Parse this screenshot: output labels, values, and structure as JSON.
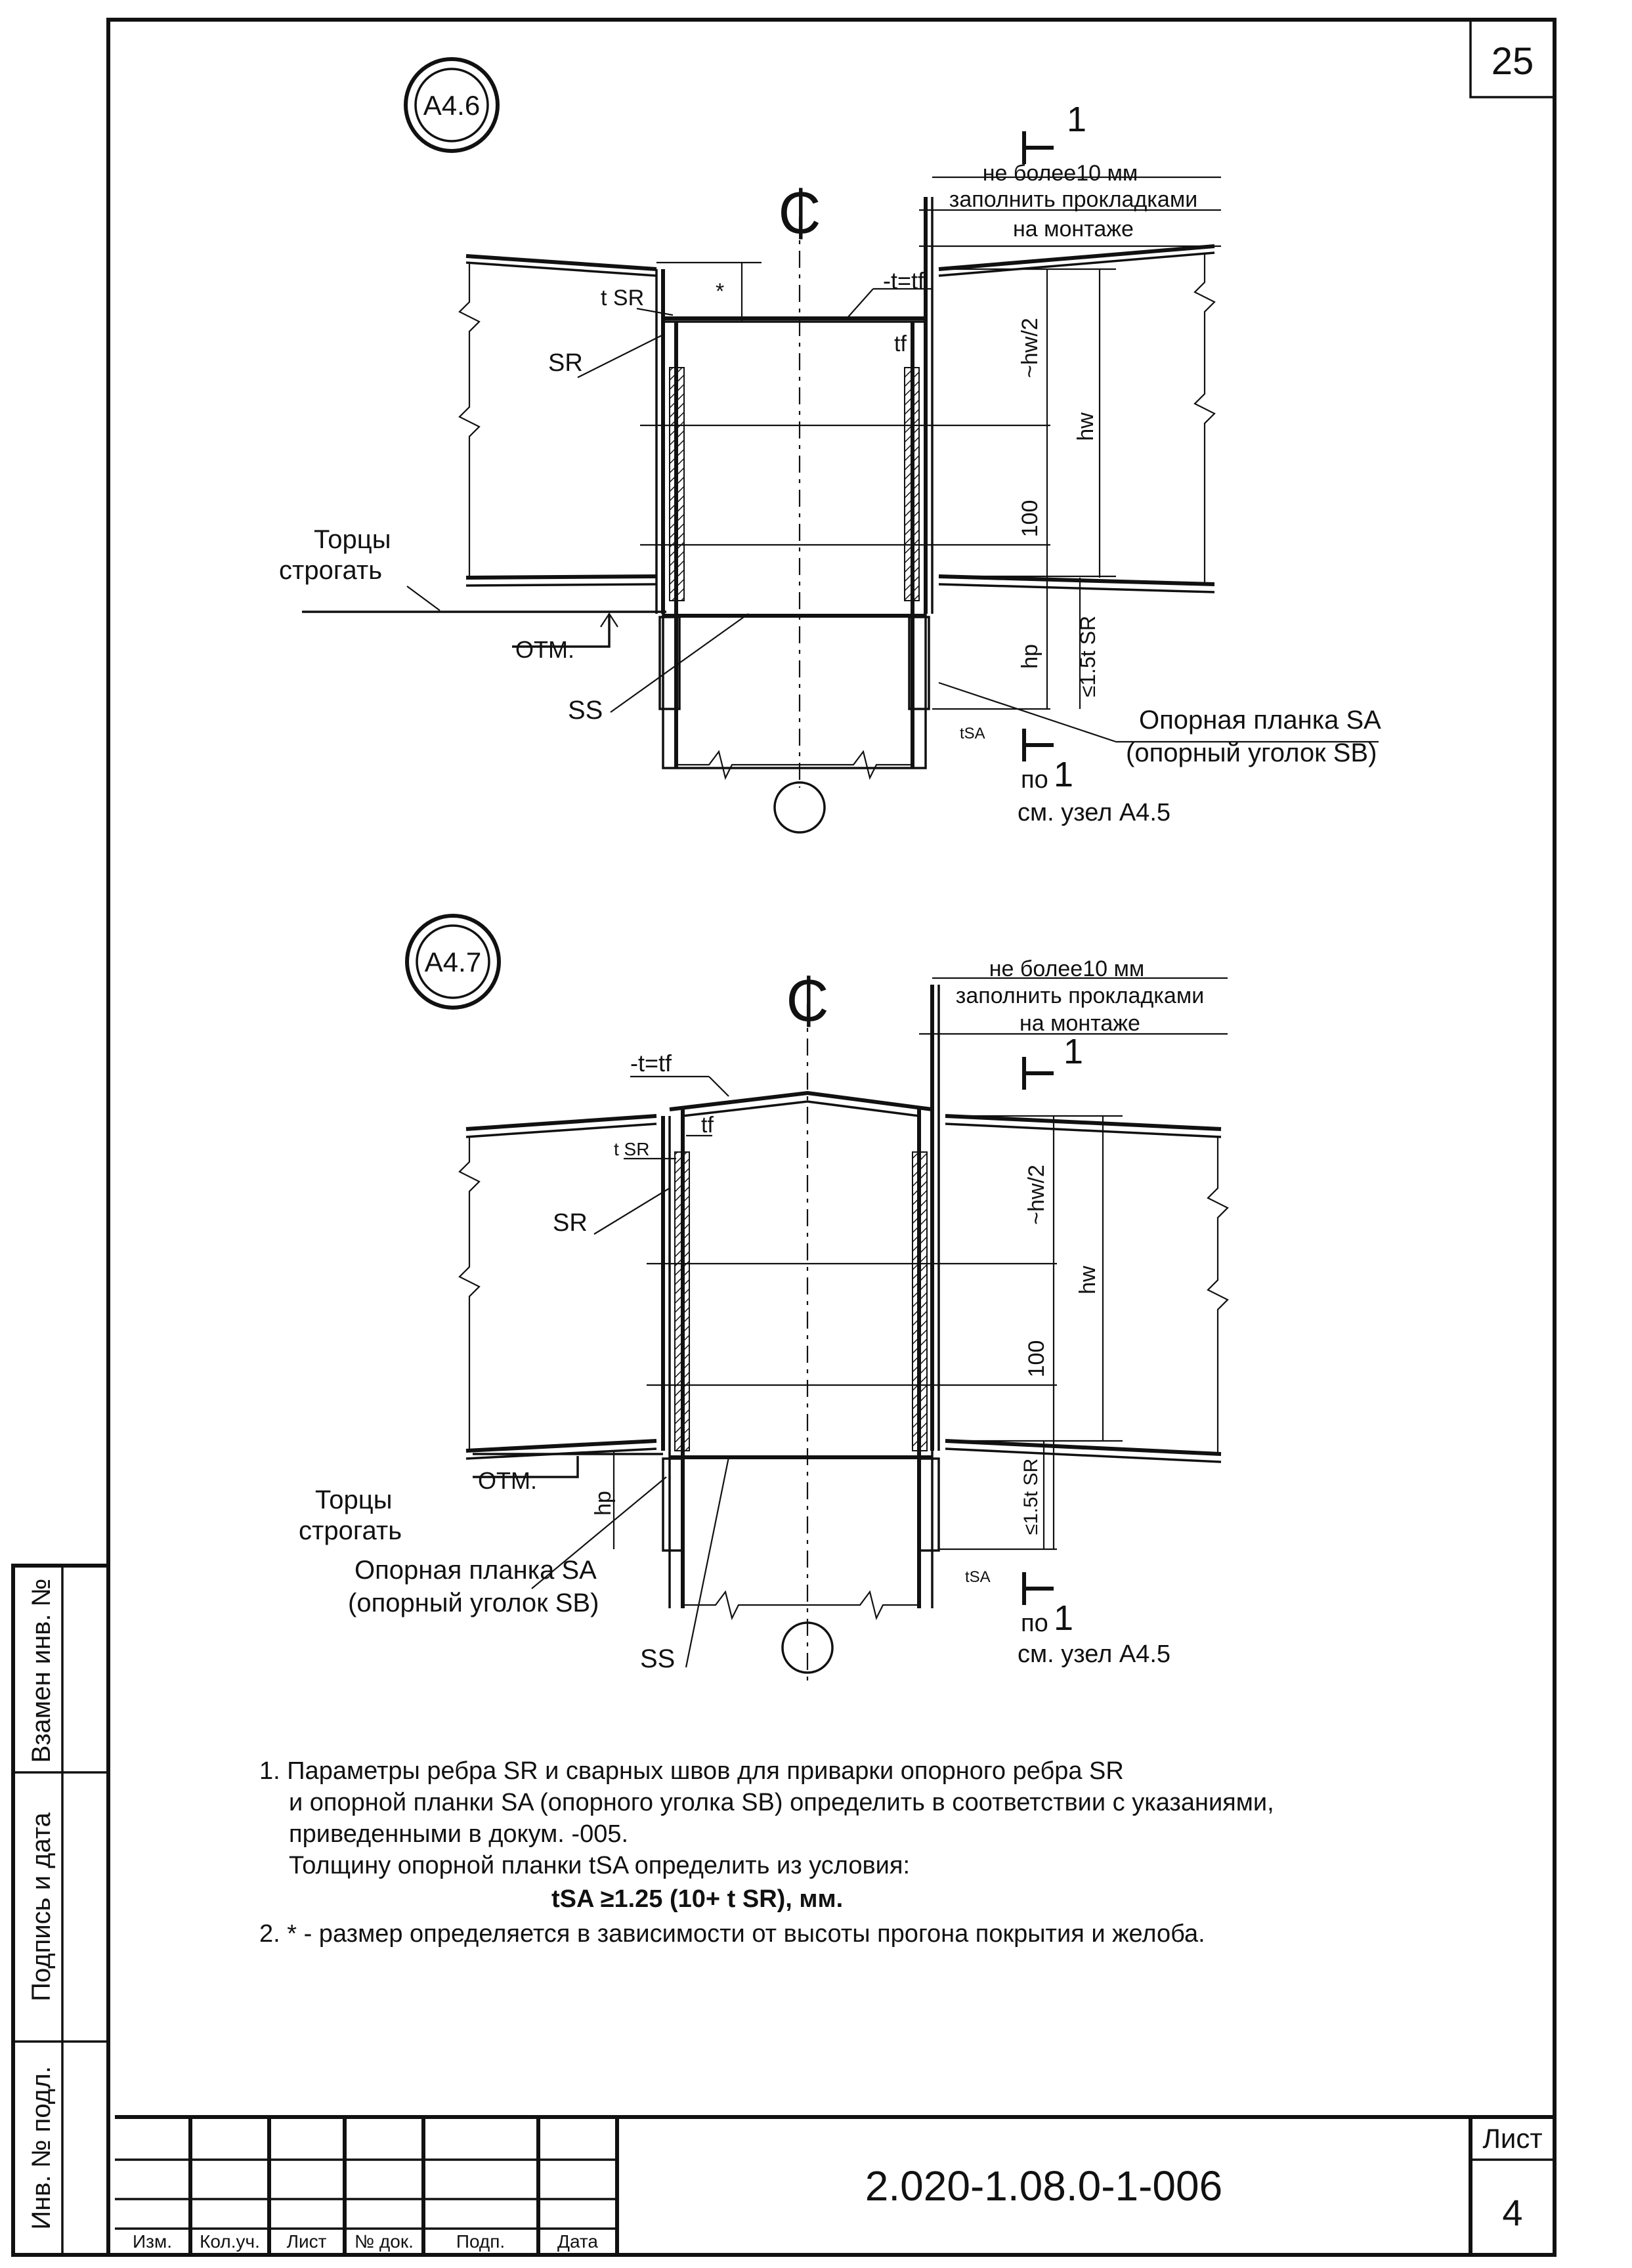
{
  "sheet": {
    "corner_number": "25",
    "list_label": "Лист",
    "list_number": "4",
    "doc_code": "2.020-1.08.0-1-006"
  },
  "side_stamp": {
    "inv_replaced": "Взамен инв. №",
    "sign_date": "Подпись и дата",
    "inv_orig": "Инв. № подл."
  },
  "title_block": {
    "cols": [
      "Изм.",
      "Кол.уч.",
      "Лист",
      "№ док.",
      "Подп.",
      "Дата"
    ]
  },
  "detail_a46": {
    "id": "А4.6",
    "section_mark": "1",
    "section_mark_bottom": "1",
    "gap_note": "не более10 мм",
    "fill_note_1": "заполнить прокладками",
    "fill_note_2": "на монтаже",
    "t_eq_tf": "-t=tf",
    "tf": "tf",
    "tsr": "t SR",
    "star": "*",
    "sr": "SR",
    "ends_1": "Торцы",
    "ends_2": "строгать",
    "otm": "ОТМ.",
    "ss": "SS",
    "hw_half": "~hw/2",
    "hw": "hw",
    "dim_100": "100",
    "hp": "hp",
    "le_15tsr": "≤1.5t SR",
    "tsa": "tSA",
    "plate_1": "Опорная планка SA",
    "plate_2": "(опорный уголок SB)",
    "po": "по",
    "ref": "см. узел А4.5"
  },
  "detail_a47": {
    "id": "А4.7",
    "section_mark": "1",
    "section_mark_bottom": "1",
    "gap_note": "не более10 мм",
    "fill_note_1": "заполнить прокладками",
    "fill_note_2": "на монтаже",
    "t_eq_tf": "-t=tf",
    "tf": "tf",
    "tsr": "t SR",
    "sr": "SR",
    "ends_1": "Торцы",
    "ends_2": "строгать",
    "otm": "ОТМ.",
    "ss": "SS",
    "hw_half": "~hw/2",
    "hw": "hw",
    "dim_100": "100",
    "hp": "hp",
    "le_15tsr": "≤1.5t SR",
    "tsa": "tSA",
    "plate_1": "Опорная планка SA",
    "plate_2": "(опорный уголок SB)",
    "po": "по",
    "ref": "см. узел А4.5"
  },
  "notes": {
    "n1_l1": "1. Параметры  ребра  SR  и  сварных швов  для приварки опорного ребра SR",
    "n1_l2": "и опорной планки SA (опорного уголка SB) определить в соответствии с указаниями,",
    "n1_l3": "приведенными в докум. -005.",
    "n1_l4": "Толщину опорной планки tSA определить из условия:",
    "n1_formula": "tSA ≥1.25 (10+ t SR), мм.",
    "n2": "2. * - размер определяется в зависимости от высоты прогона покрытия и желоба."
  }
}
